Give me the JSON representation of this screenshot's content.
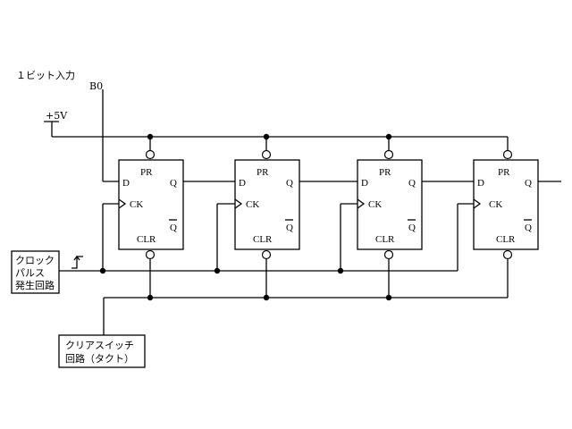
{
  "texts": {
    "input_label": "１ビット入力",
    "b0": "B0",
    "vcc": "+5V",
    "clock_box": [
      "クロック",
      "パルス",
      "発生回路"
    ],
    "clear_box": [
      "クリアスイッチ",
      "回路（タクト）"
    ]
  },
  "flipflop_pins": {
    "d": "D",
    "pr": "PR",
    "q": "Q",
    "ck": "CK",
    "qbar": "Q",
    "clr": "CLR"
  },
  "flipflop_count": 4
}
